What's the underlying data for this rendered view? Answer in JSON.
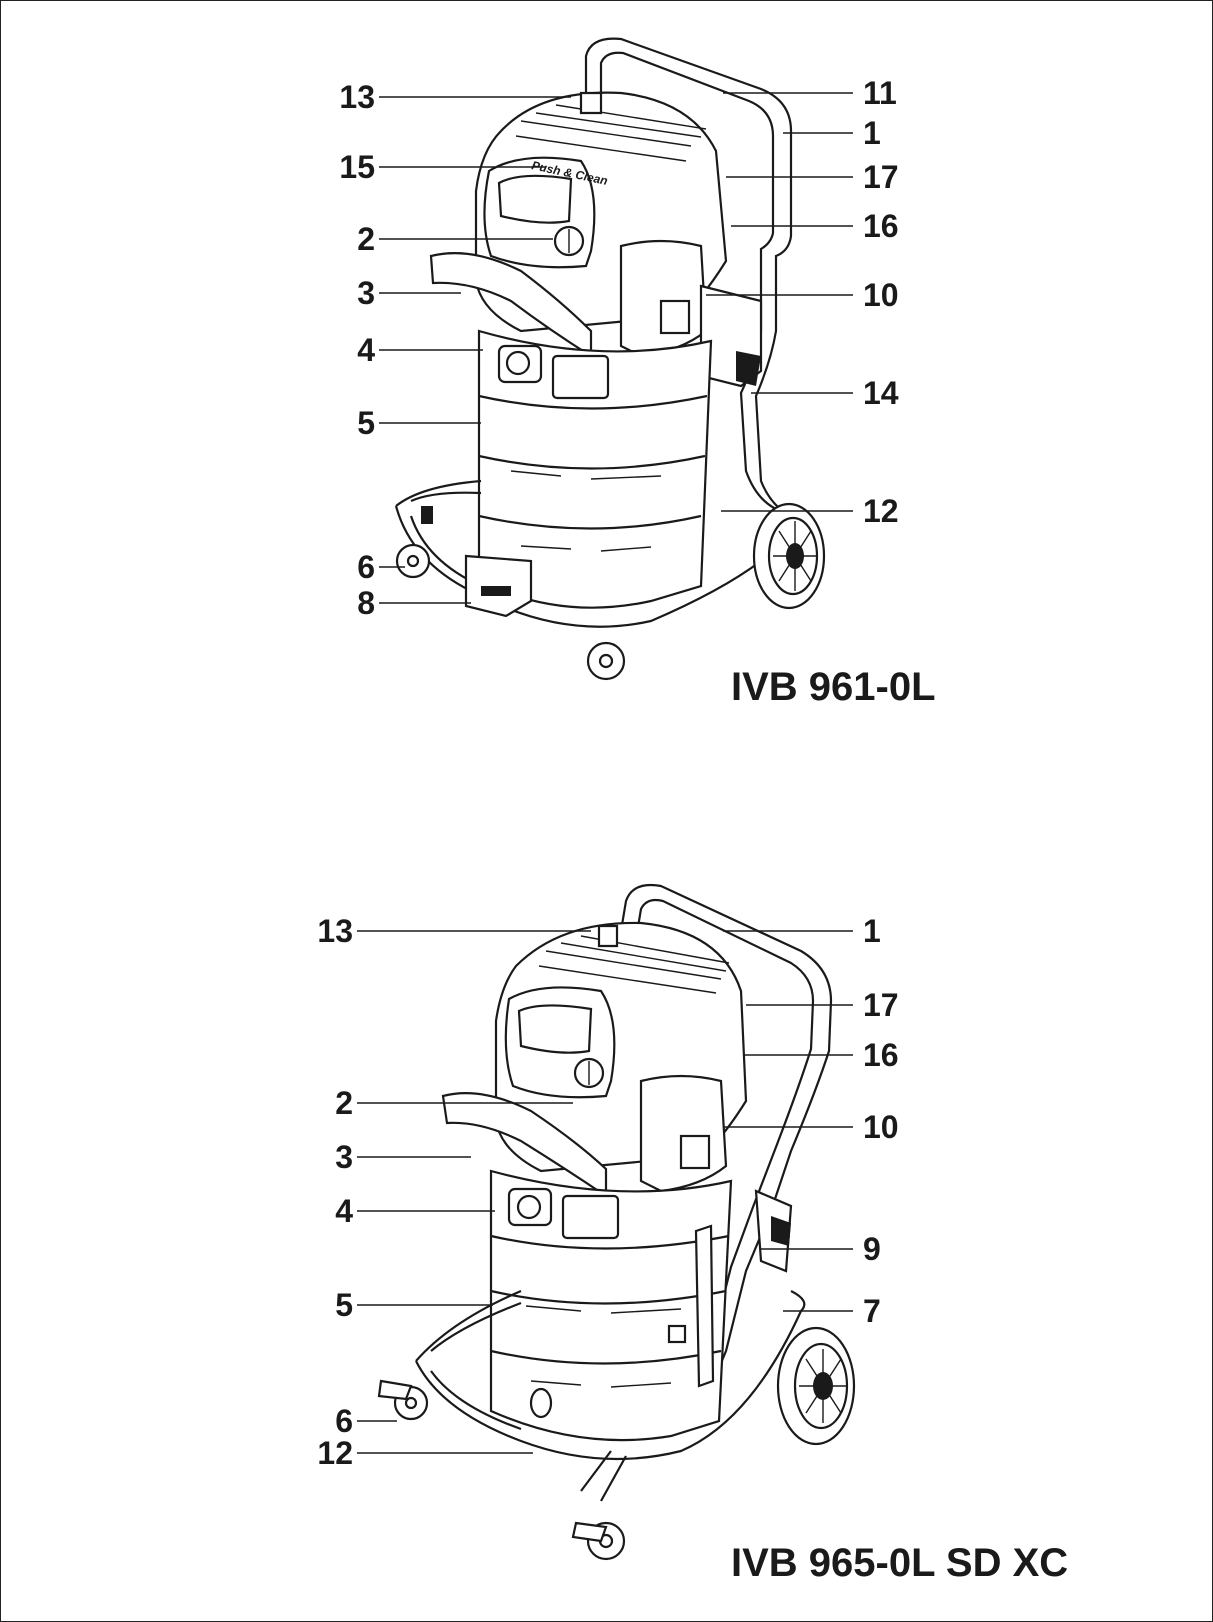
{
  "figures": [
    {
      "model": "IVB 961-0L",
      "panel_text": "Push & Clean",
      "callouts_left": [
        "13",
        "15",
        "2",
        "3",
        "4",
        "5",
        "6",
        "8"
      ],
      "callouts_right": [
        "11",
        "1",
        "17",
        "16",
        "10",
        "14",
        "12"
      ]
    },
    {
      "model": "IVB 965-0L SD XC",
      "callouts_left": [
        "13",
        "2",
        "3",
        "4",
        "5",
        "6",
        "12"
      ],
      "callouts_right": [
        "1",
        "17",
        "16",
        "10",
        "9",
        "7"
      ]
    }
  ],
  "icons": [
    "vacuum-cleaner-illustration",
    "wheel-icon",
    "castor-icon",
    "rotary-switch-icon"
  ]
}
